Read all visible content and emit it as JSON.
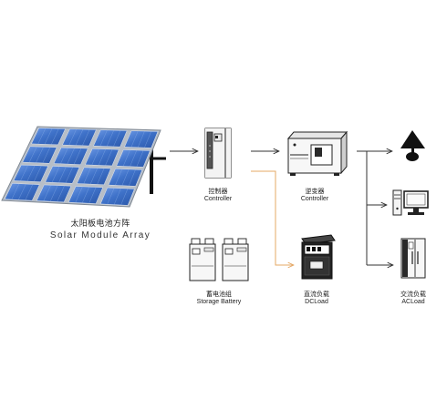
{
  "diagram": {
    "colors": {
      "arrow": "#333333",
      "dc_arrow": "#e4a866",
      "panel_cell": "#3f72c9",
      "panel_frame": "#9aa3ad",
      "device_outline": "#222222",
      "device_dark": "#1b1b1b"
    },
    "solar_array": {
      "icon": "solar-panel-array-icon",
      "label_cn": "太阳板电池方阵",
      "label_en": "Solar Module Array"
    },
    "controller": {
      "icon": "controller-icon",
      "label_cn": "控制器",
      "label_en": "Controller"
    },
    "inverter": {
      "icon": "inverter-icon",
      "label_cn": "逆变器",
      "label_en": "Controller"
    },
    "battery": {
      "icon": "battery-icon",
      "label_cn": "蓄电池组",
      "label_en": "Storage Battery"
    },
    "dc_load": {
      "icon": "dc-load-cabinet-icon",
      "label_cn": "直流负载",
      "label_en": "DCLoad"
    },
    "ac_load": {
      "label_cn": "交流负载",
      "label_en": "ACLoad",
      "devices": [
        "lamp-icon",
        "computer-icon",
        "refrigerator-icon"
      ]
    }
  }
}
